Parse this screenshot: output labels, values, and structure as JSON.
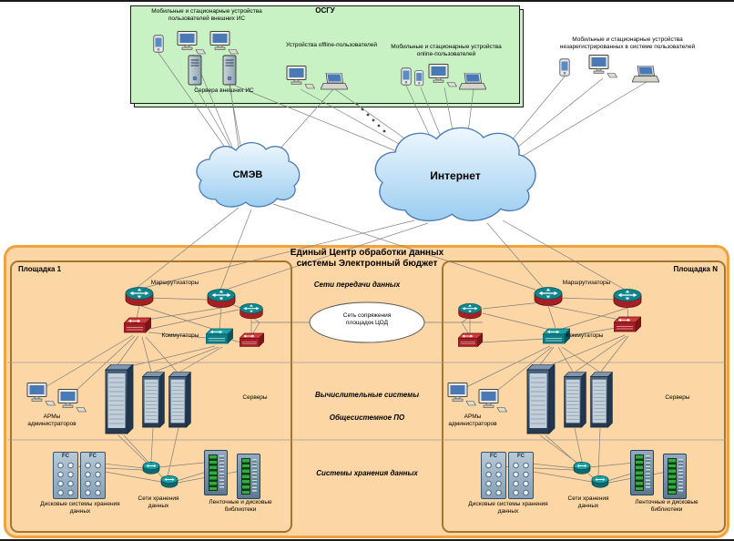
{
  "osgu": {
    "title": "ОСГУ",
    "external_users_label": "Мобильные и стационарные устройства пользователей внешних ИС",
    "external_servers_label": "Сервера внешних ИС",
    "offline_users_label": "Устройства offline-пользователей",
    "online_users_label": "Мобильные и стационарные устройства online-пользователей"
  },
  "unregistered_users_label": "Мобильные и стационарные устройства незарегистрированных в системе пользователей",
  "clouds": {
    "smev": "СМЭВ",
    "internet": "Интернет"
  },
  "datacenter": {
    "title_line1": "Единый Центр обработки данных",
    "title_line2": "системы Электронный бюджет",
    "network_zone_label": "Сети передачи данных",
    "interconnect_label": "Сеть сопряжения площадок ЦОД",
    "compute_zone_label": "Вычислительные системы",
    "software_zone_label": "Общесистемное ПО",
    "storage_zone_label": "Системы хранения данных"
  },
  "sites": {
    "site1_title": "Площадка 1",
    "siteN_title": "Площадка N",
    "routers_label": "Маршрутизаторы",
    "switches_label": "Коммутаторы",
    "admins_label": "АРМы администраторов",
    "servers_label": "Серверы",
    "disk_systems_label": "Дисковые системы хранения данных",
    "san_label": "Сети хранения данных",
    "tape_label": "Ленточные и дисковые библиотеки"
  },
  "storage": {
    "fc_label": "FC"
  },
  "colors": {
    "datacenter_fill": "#fcd6a4",
    "datacenter_border": "#f2a23c",
    "site_border": "#a8742c",
    "osgu_fill": "#c9f2c4",
    "cloud_stroke": "#4a7ab5",
    "router_red": "#a61f24",
    "switch_teal": "#0e7f87"
  }
}
